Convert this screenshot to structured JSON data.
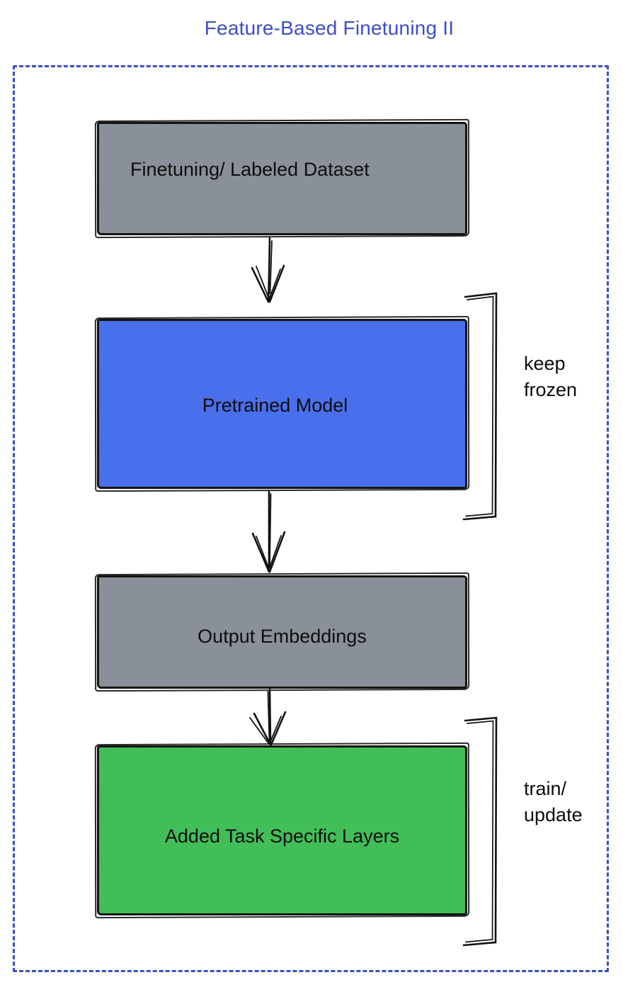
{
  "title": "Feature-Based Finetuning II",
  "colors": {
    "title_text": "#3D4EC9",
    "frame_border": "#3A4FC6",
    "box_outline": "#141414",
    "label_text": "#0d0d0d",
    "dataset_fill": "#8A9099",
    "pretrained_fill": "#4A6FEC",
    "embeddings_fill": "#8A9099",
    "task_layers_fill": "#42BE58"
  },
  "diagram": {
    "nodes": [
      {
        "id": "finetuning-dataset",
        "label": "Finetuning/ Labeled Dataset"
      },
      {
        "id": "pretrained-model",
        "label": "Pretrained Model"
      },
      {
        "id": "output-embeddings",
        "label": "Output Embeddings"
      },
      {
        "id": "added-task-specific-layers",
        "label": "Added Task Specific Layers"
      }
    ],
    "edges": [
      {
        "from": "finetuning-dataset",
        "to": "pretrained-model"
      },
      {
        "from": "pretrained-model",
        "to": "output-embeddings"
      },
      {
        "from": "output-embeddings",
        "to": "added-task-specific-layers"
      }
    ],
    "annotations": [
      {
        "target": "pretrained-model",
        "label": "keep\nfrozen"
      },
      {
        "target": "added-task-specific-layers",
        "label": "train/\nupdate"
      }
    ]
  }
}
